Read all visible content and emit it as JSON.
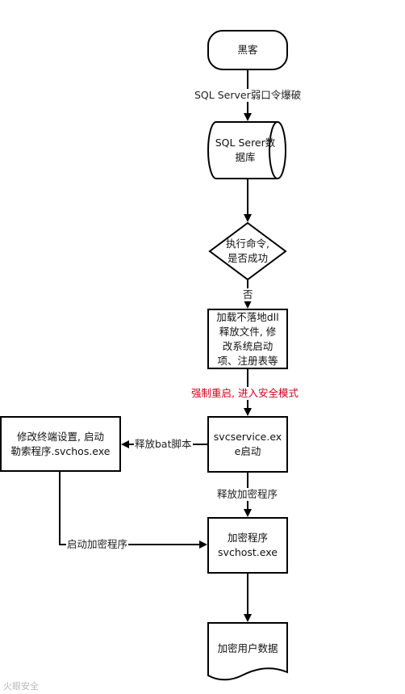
{
  "nodes": {
    "hacker": "黑客",
    "database_line1": "SQL Serer数",
    "database_line2": "据库",
    "decision_line1": "执行命令,",
    "decision_line2": "是否成功",
    "drop_line1": "加载不落地dll",
    "drop_line2": "释放文件, 修",
    "drop_line3": "改系统启动",
    "drop_line4": "项、注册表等",
    "svcservice_line1": "svcservice.ex",
    "svcservice_line2": "e启动",
    "terminal_line1": "修改终端设置, 启动",
    "terminal_line2": "勒索程序.svchos.exe",
    "encryptor_line1": "加密程序",
    "encryptor_line2": "svchost.exe",
    "encrypt_data": "加密用户数据"
  },
  "edges": {
    "brute_force": "SQL Server弱口令爆破",
    "no": "否",
    "safe_mode": "强制重启, 进入安全模式",
    "release_bat": "释放bat脚本",
    "release_encryptor": "释放加密程序",
    "start_encryptor": "启动加密程序"
  },
  "watermark": "火眼安全",
  "colors": {
    "stroke": "#000000",
    "highlight": "#d0021b"
  }
}
